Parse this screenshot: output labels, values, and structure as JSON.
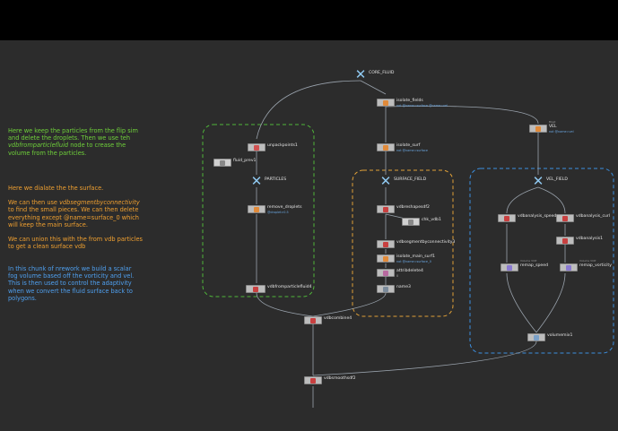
{
  "notes": {
    "green": "Here we keep the particles from the flip sim and delete the droplets. Then we use teh ",
    "green_em": "vdbfromparticlefluid",
    "green_tail": " node to crease the volume from the particles.",
    "orange_1": "Here we dialate the  the surface.",
    "orange_2a": "We can then use ",
    "orange_2em": "vdbsegmentbyconnectivity",
    "orange_2b": " to find the small pieces. We can then delete everything except @name=surface_0 which will keep the main surface.",
    "orange_3": "We can union this with the from vdb particles to get a clean surface vdb",
    "blue": "In this chunk of nrework we build a scalar fog volume based off the vorticity and vel. This is then used to control the adaptivity when we convert the fluid surface back to polygons."
  },
  "nodes": {
    "core_fluid": "CORE_FLUID",
    "isolate_fields": "isolate_fields",
    "isolate_fields_sub": "not @name=surface @name=vel",
    "isolate_surf": "isolate_surf",
    "isolate_surf_sub": "not @name=surface",
    "vel": "VEL",
    "vel_sub": "not @name=vel",
    "vel_note": "Blast",
    "unpackpoints": "unpackpoints1",
    "fluid_prev": "fluid_prev1",
    "particles": "PARTICLES",
    "remove_droplets": "remove_droplets",
    "remove_droplets_sub": "@droplet>0.5",
    "vdbfromparticlefluid": "vdbfromparticlefluid4",
    "surface_field": "SURFACE_FIELD",
    "vdbreshapesdf": "vdbreshapesdf2",
    "chk_vdb": "chk_vdb1",
    "vdbsegment": "vdbsegmentbyconnectivity3",
    "isolate_main": "isolate_main_surf1",
    "isolate_main_sub": "not @name=surface_0",
    "attribdelete": "attribdelete4",
    "attribdelete_sub": "0",
    "name": "name3",
    "vel_field": "VEL_FIELD",
    "vdbanalysis_speed": "vdbanalysis_speed",
    "vdbanalysis_curl": "vdbanalysis_curl",
    "vdbanalysis": "vdbanalysis1",
    "remap_speed": "remap_speed",
    "remap_vorticity": "remap_vorticity",
    "remap_note": "Volume VOP",
    "volumemix": "volumemix1",
    "vdbcombine": "vdbcombine4",
    "vdbsmoothsdf": "vdbsmoothsdf2"
  },
  "colors": {
    "green_frame": "#4fb63a",
    "orange_frame": "#e0a038",
    "blue_frame": "#3c8fe0",
    "wire": "#9aa3ad",
    "null_icon": "#8fc8f0"
  },
  "icons": {
    "null": "x-icon",
    "blast": "blast-icon",
    "vdb": "vdb-icon",
    "vop": "vop-icon"
  }
}
